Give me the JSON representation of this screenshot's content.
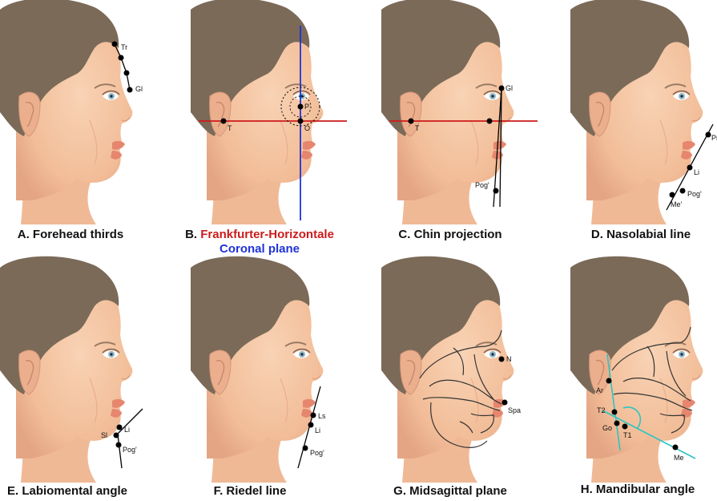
{
  "panels": [
    {
      "letter": "A.",
      "caption": "Forehead thirds",
      "landmarks": [
        "Tr",
        "Gl"
      ]
    },
    {
      "letter": "B.",
      "caption": "Frankfurter-Horizontale",
      "caption2": "Coronal plane",
      "landmarks": [
        "P",
        "T",
        "O"
      ]
    },
    {
      "letter": "C.",
      "caption": "Chin projection",
      "landmarks": [
        "Gl",
        "T",
        "Pog'"
      ]
    },
    {
      "letter": "D.",
      "caption": "Nasolabial line",
      "landmarks": [
        "Pr",
        "Li",
        "Pog'",
        "Me'"
      ]
    },
    {
      "letter": "E.",
      "caption": "Labiomental angle",
      "landmarks": [
        "Li",
        "Sl",
        "Pog'"
      ]
    },
    {
      "letter": "F.",
      "caption": "Riedel line",
      "landmarks": [
        "Ls",
        "Li",
        "Pog'"
      ]
    },
    {
      "letter": "G.",
      "caption": "Midsagittal plane",
      "landmarks": [
        "N",
        "Spa"
      ]
    },
    {
      "letter": "H.",
      "caption": "Mandibular angle",
      "landmarks": [
        "Ar",
        "T2",
        "Go",
        "T1",
        "Me"
      ]
    }
  ],
  "colors": {
    "hair": "#7b6a58",
    "skin": "#f4c4a0",
    "skin_shadow": "#e7a888",
    "lip": "#e6866e",
    "eye": "#8fb9c9",
    "frankfurt_red": "#cc1b1b",
    "coronal_blue": "#1f33d6",
    "mandible_teal": "#2ec3c3",
    "bone_line": "#333333"
  }
}
